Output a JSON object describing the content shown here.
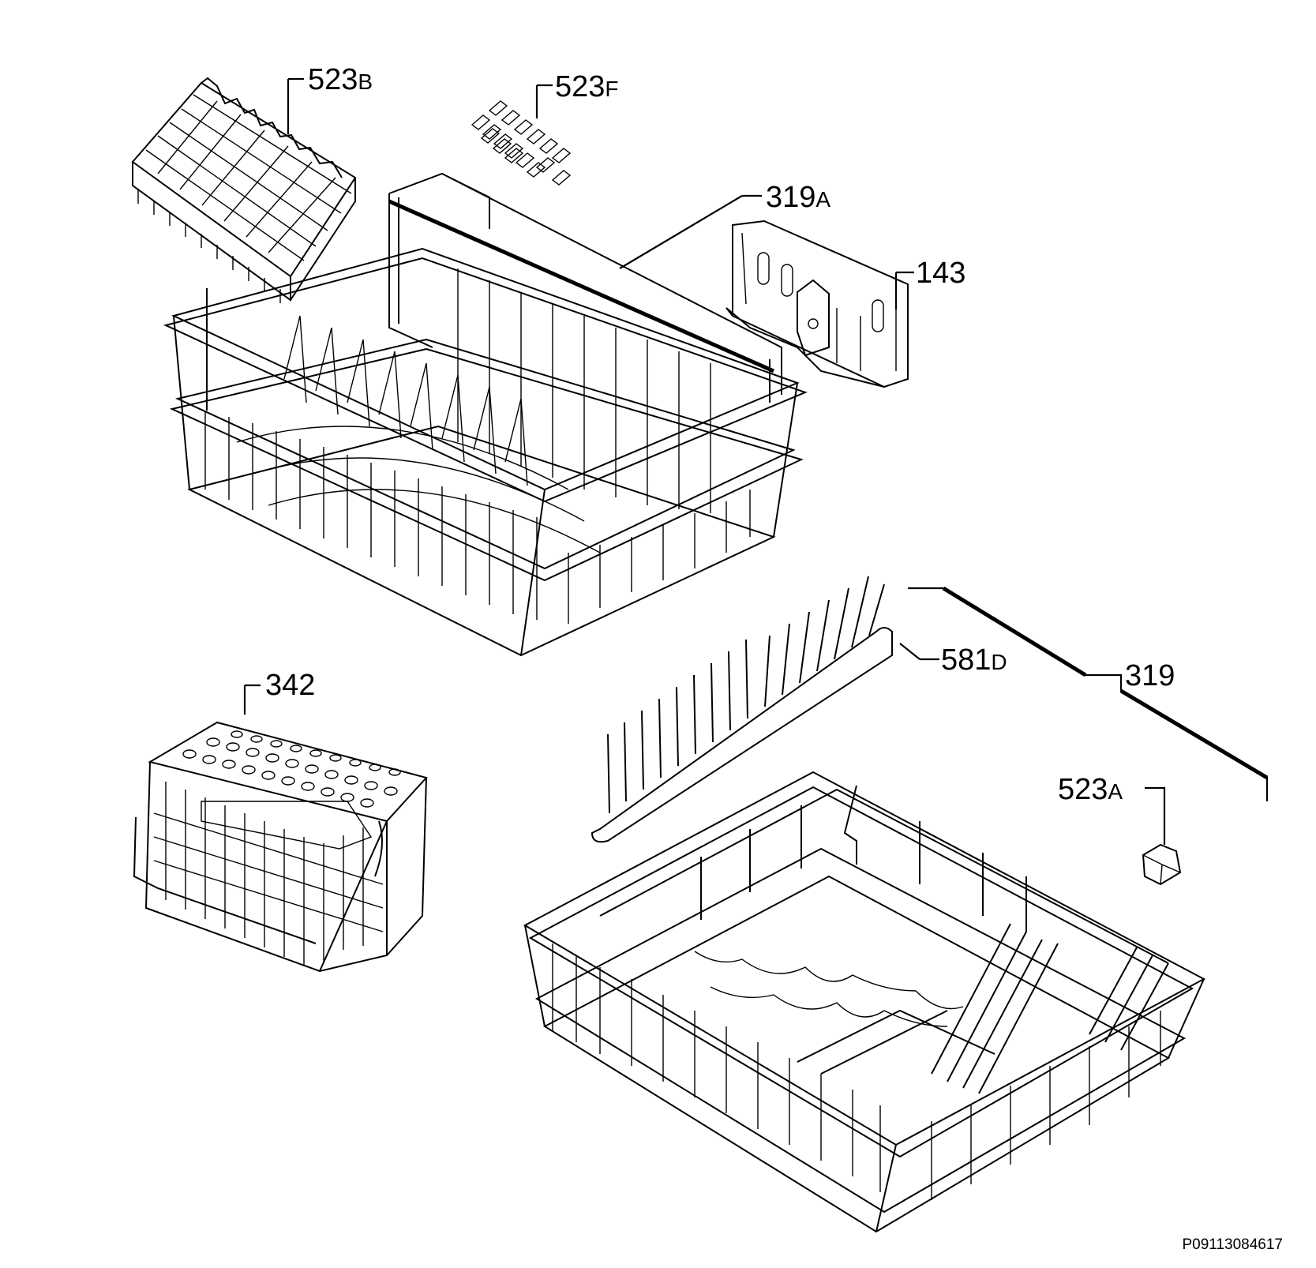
{
  "diagram": {
    "callouts": [
      {
        "id": "523B",
        "number": "523",
        "suffix": "B"
      },
      {
        "id": "523F",
        "number": "523",
        "suffix": "F"
      },
      {
        "id": "319A",
        "number": "319",
        "suffix": "A"
      },
      {
        "id": "143",
        "number": "143",
        "suffix": ""
      },
      {
        "id": "342",
        "number": "342",
        "suffix": ""
      },
      {
        "id": "581D",
        "number": "581",
        "suffix": "D"
      },
      {
        "id": "319",
        "number": "319",
        "suffix": ""
      },
      {
        "id": "523A",
        "number": "523",
        "suffix": "A"
      }
    ],
    "drawing_code": "P09113084617"
  }
}
